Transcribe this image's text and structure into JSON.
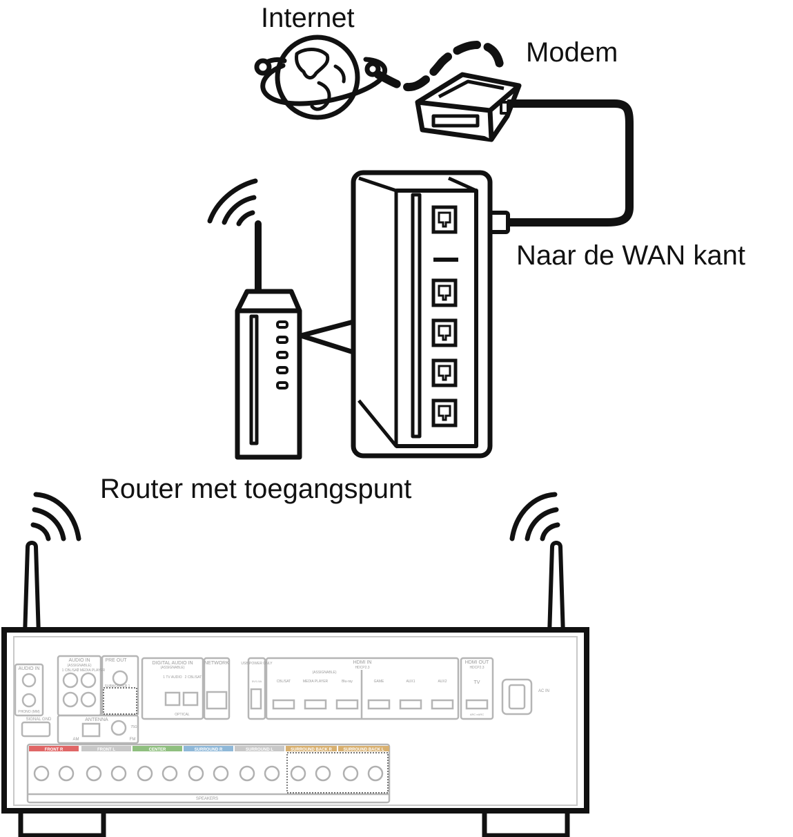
{
  "labels": {
    "internet": "Internet",
    "modem": "Modem",
    "wan_side": "Naar de WAN kant",
    "router": "Router met toegangspunt"
  },
  "receiver_panel": {
    "audio_in": "AUDIO IN",
    "audio_in_assignable": "AUDIO IN",
    "assignable": "(ASSIGNABLE)",
    "pre_out": "PRE OUT",
    "cbl_sat": "1 CBL/SAT",
    "media_player": "2 MEDIA PLAYER",
    "subwoofer": "SUBWOOFER 1",
    "phono": "PHONO (MM)",
    "signal_gnd": "SIGNAL GND",
    "digital_audio_in": "DIGITAL AUDIO IN",
    "digital_assignable": "(ASSIGNABLE)",
    "tv_audio": "1 TV AUDIO",
    "cbl_sat_2": "2 CBL/SAT",
    "optical": "OPTICAL",
    "network": "NETWORK",
    "usb": "USB POWER ONLY",
    "usb_rating": "5V/1.5A",
    "hdmi_in": "HDMI IN",
    "hdcp": "HDCP2.3",
    "hdmi_assignable": "(ASSIGNABLE)",
    "hdmi_inputs": [
      "CBL/SAT",
      "MEDIA PLAYER",
      "Blu-ray",
      "GAME",
      "AUX1",
      "AUX2"
    ],
    "hdmi_out": "HDMI OUT",
    "hdmi_out_hdcp": "HDCP2.3",
    "tv": "TV",
    "arc": "ARC eARC",
    "ac_in": "AC IN",
    "antenna": "ANTENNA",
    "am": "AM",
    "fm": "FM",
    "fm_ohm": "75Ω",
    "speakers": "SPEAKERS",
    "speaker_groups": [
      "FRONT R",
      "FRONT L",
      "CENTER",
      "SURROUND R",
      "SURROUND L",
      "SURROUND BACK R",
      "SURROUND BACK L"
    ]
  },
  "colors": {
    "line": "#111111",
    "panel_gray": "#b8b8b8",
    "front": "#e06666",
    "center": "#8fbf7f",
    "surround": "#8fb8d8",
    "surround_back": "#d8b070"
  }
}
